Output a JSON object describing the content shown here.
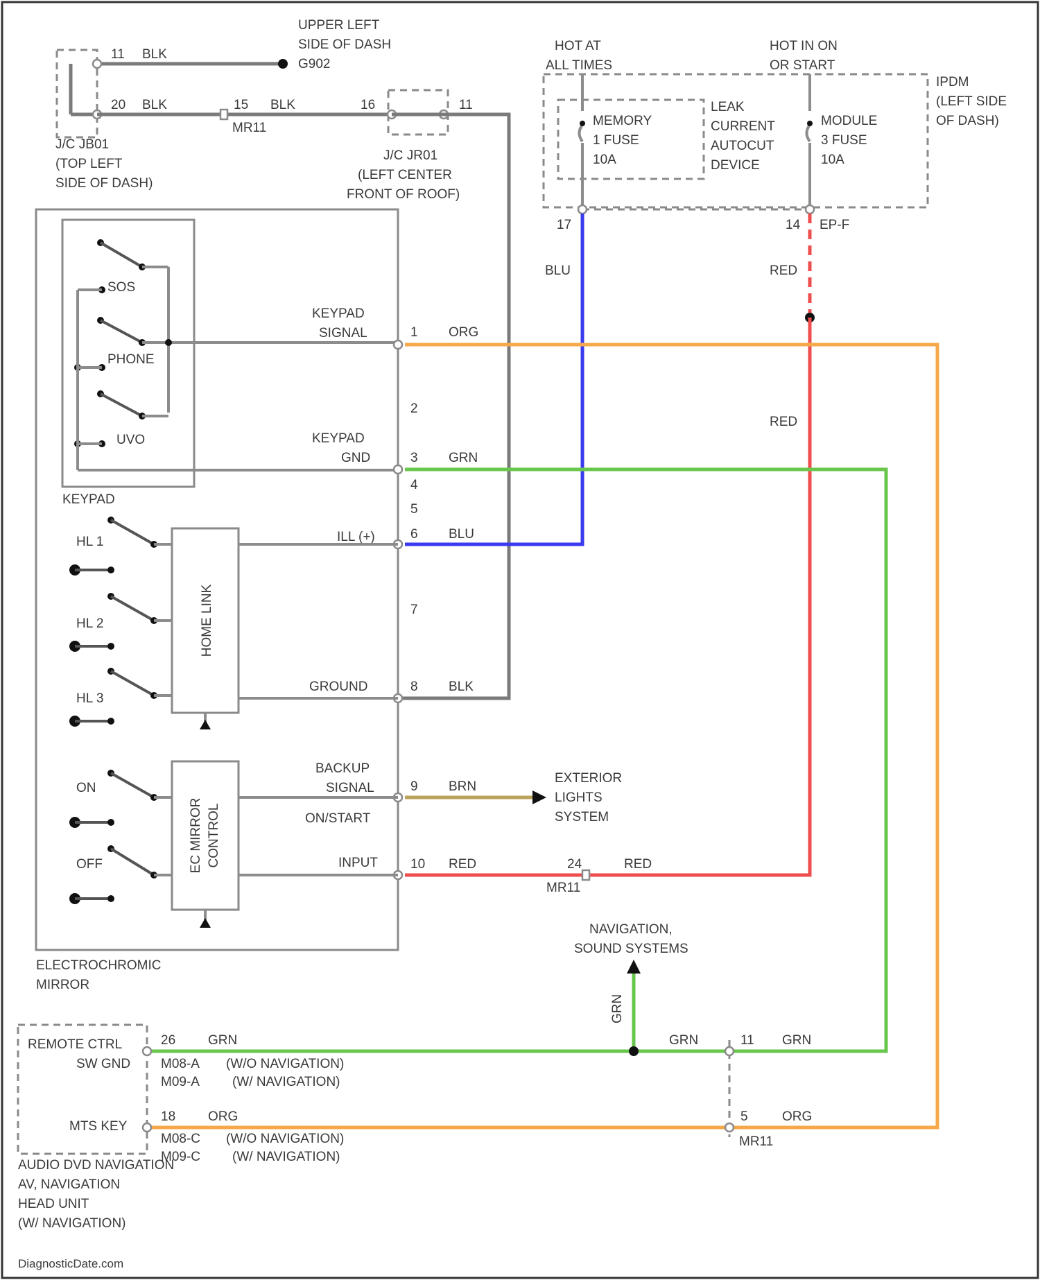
{
  "labels": {
    "upper_left_dash": [
      "UPPER LEFT",
      "SIDE OF DASH",
      "G902"
    ],
    "jc_jb01": [
      "J/C JB01",
      "(TOP LEFT",
      "SIDE OF DASH)"
    ],
    "jc_jr01": [
      "J/C JR01",
      "(LEFT CENTER",
      "FRONT OF ROOF)"
    ],
    "hot_at_all_times": [
      "HOT AT",
      "ALL TIMES"
    ],
    "hot_in_on_or_start": [
      "HOT IN ON",
      "OR START"
    ],
    "ipdm": [
      "IPDM",
      "(LEFT SIDE",
      "OF DASH)"
    ],
    "memory_fuse": [
      "MEMORY",
      "1 FUSE",
      "10A"
    ],
    "leak_device": [
      "LEAK",
      "CURRENT",
      "AUTOCUT",
      "DEVICE"
    ],
    "module_fuse": [
      "MODULE",
      "3 FUSE",
      "10A"
    ],
    "keypad_signal": [
      "KEYPAD",
      "SIGNAL"
    ],
    "keypad_gnd": [
      "KEYPAD",
      "GND"
    ],
    "ill": "ILL (+)",
    "ground": "GROUND",
    "backup_signal": [
      "BACKUP",
      "SIGNAL"
    ],
    "onstar": "ON/START",
    "input": "INPUT",
    "sos": "SOS",
    "phone": "PHONE",
    "uvo": "UVO",
    "keypad": "KEYPAD",
    "hl1": "HL 1",
    "hl2": "HL 2",
    "hl3": "HL 3",
    "home_link": "HOME LINK",
    "on": "ON",
    "off": "OFF",
    "ec_mirror_control": [
      "EC MIRROR",
      "CONTROL"
    ],
    "electrochromic_mirror": [
      "ELECTROCHROMIC",
      "MIRROR"
    ],
    "exterior_lights": [
      "EXTERIOR",
      "LIGHTS",
      "SYSTEM"
    ],
    "navigation_sound": [
      "NAVIGATION,",
      "SOUND SYSTEMS"
    ],
    "remote_ctrl": [
      "REMOTE CTRL",
      "SW GND"
    ],
    "mts_key": "MTS KEY",
    "m08a_dvd": [
      "M08-A",
      "(W/O NAVIGATION)"
    ],
    "m09a_nav": [
      "M09-A",
      "(W/ NAVIGATION)"
    ],
    "m08c_dvd": [
      "M08-C",
      "(W/O NAVIGATION)"
    ],
    "m09c_nav": [
      "M09-C",
      "(W/ NAVIGATION)"
    ],
    "head_unit": [
      "AUDIO DVD NAVIGATION",
      "AV, NAVIGATION",
      "HEAD UNIT",
      "(W/ NAVIGATION)"
    ],
    "watermark": "DiagnosticDate.com"
  },
  "pins": {
    "p1": "1",
    "p2": "2",
    "p3": "3",
    "p4": "4",
    "p5": "5",
    "p6": "6",
    "p7": "7",
    "p8": "8",
    "p9": "9",
    "p10": "10",
    "jb11": "11",
    "jb20": "20",
    "mr15": "15",
    "jr16": "16",
    "jr11": "11",
    "ipdm17": "17",
    "ipdm14": "14",
    "ipdm_ep": "EP-F",
    "mr24": "24",
    "mr11": "11",
    "mr5": "5",
    "hu26": "26",
    "hu18": "18",
    "mr_conn": "MR11"
  },
  "wires": {
    "blk": "BLK",
    "blu": "BLU",
    "red": "RED",
    "org": "ORG",
    "grn": "GRN",
    "brn": "BRN"
  },
  "colors": {
    "blk": "#7a7a7a",
    "blu": "#3a3aee",
    "red": "#ef4e4e",
    "org": "#f7a84a",
    "grn": "#69c64d",
    "brn": "#b9a25a"
  }
}
